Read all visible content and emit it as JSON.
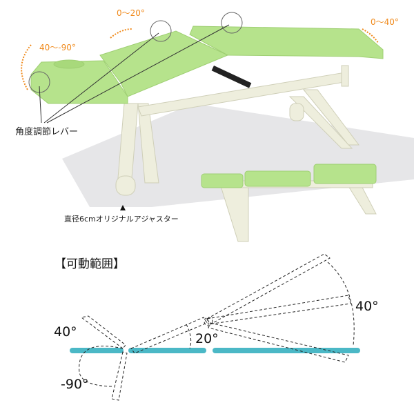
{
  "angles": {
    "middle_section": "0〜20°",
    "foot_section": "0〜40°",
    "head_section": "40〜-90°"
  },
  "callouts": {
    "lever": "角度調節レバー",
    "adjuster": "直径6cmオリジナルアジャスター"
  },
  "range_diagram": {
    "title": "【可動範囲】",
    "head_up": "40°",
    "head_down": "-90°",
    "middle": "20°",
    "foot": "40°"
  },
  "colors": {
    "cushion": "#b6e38c",
    "frame": "#efefdf",
    "arrow": "#f08a1c",
    "diagram_bar": "#4bb8c6"
  }
}
